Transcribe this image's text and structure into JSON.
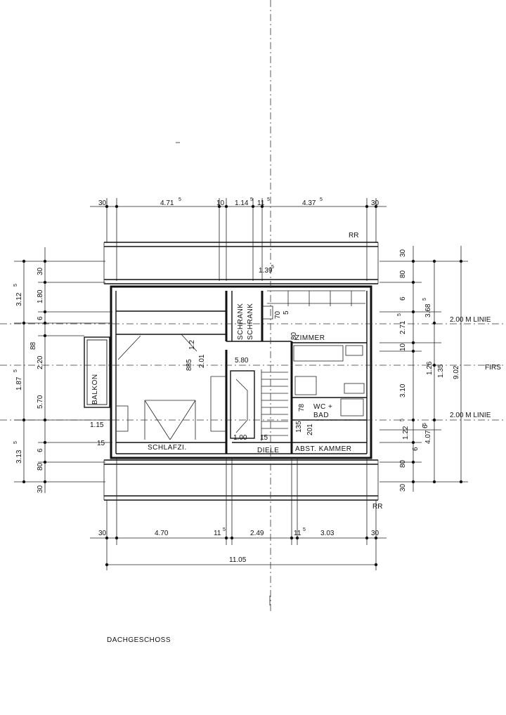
{
  "title": "DACHGESCHOSS",
  "rooms": {
    "schlafzimmer": "SCHLAFZI.",
    "diele": "DIELE",
    "abstellkammer": "ABST. KAMMER",
    "wc_bad_1": "WC +",
    "wc_bad_2": "BAD",
    "zimmer": "ZIMMER",
    "schrank_1": "SCHRANK",
    "schrank_2": "SCHRANK",
    "balkon": "BALKON"
  },
  "labels": {
    "roof_ridge_top": "RR",
    "roof_ridge_bottom": "RR",
    "linie_upper": "2.00 M LINIE",
    "linie_lower": "2.00 M LINIE",
    "first": "FIRS"
  },
  "dims_top": [
    {
      "main": "30",
      "sup": ""
    },
    {
      "main": "4.71",
      "sup": "5"
    },
    {
      "main": "10",
      "sup": ""
    },
    {
      "main": "1.14",
      "sup": "5"
    },
    {
      "main": "11",
      "sup": "5"
    },
    {
      "main": "4.37",
      "sup": "5"
    },
    {
      "main": "30",
      "sup": ""
    }
  ],
  "dims_bottom": [
    {
      "main": "30",
      "sup": ""
    },
    {
      "main": "4.70",
      "sup": ""
    },
    {
      "main": "11",
      "sup": "5"
    },
    {
      "main": "2.49",
      "sup": ""
    },
    {
      "main": "11",
      "sup": "5"
    },
    {
      "main": "3.03",
      "sup": ""
    },
    {
      "main": "30",
      "sup": ""
    }
  ],
  "dim_total_bottom": "11.05",
  "dims_left_outer": [
    {
      "main": "3.12",
      "sup": "5"
    },
    {
      "main": "1.87",
      "sup": "5"
    },
    {
      "main": "3.13",
      "sup": "5"
    }
  ],
  "dims_left_inner": [
    "30",
    "1.80",
    "6",
    "88",
    "2.20",
    "5.70",
    "6",
    "80",
    "30"
  ],
  "dims_left_extra": [
    {
      "main": "1.15",
      "sup": ""
    },
    {
      "main": "15",
      "sup": ""
    }
  ],
  "dims_right_inner": [
    {
      "main": "30",
      "sup": ""
    },
    {
      "main": "80",
      "sup": ""
    },
    {
      "main": "6",
      "sup": ""
    },
    {
      "main": "2.71",
      "sup": "5"
    },
    {
      "main": "10",
      "sup": ""
    },
    {
      "main": "1.26",
      "sup": ""
    },
    {
      "main": "3.10",
      "sup": ""
    },
    {
      "main": "1.22",
      "sup": "5"
    },
    {
      "main": "6",
      "sup": ""
    },
    {
      "main": "80",
      "sup": ""
    },
    {
      "main": "30",
      "sup": ""
    }
  ],
  "dims_right_outer": [
    {
      "main": "3.68",
      "sup": "5"
    },
    {
      "main": "1.35",
      "sup": ""
    },
    {
      "main": "9.02",
      "sup": ""
    },
    {
      "main": "4.07",
      "sup": "5"
    },
    {
      "main": "6",
      "sup": ""
    }
  ],
  "dims_interior": {
    "d139": {
      "main": "1.39",
      "sup": "5"
    },
    "d70": "70",
    "d5": "5",
    "d80": "80",
    "d885": "885",
    "d201a": "2.01",
    "d125a": {
      "main": "1.2",
      "sup": "5"
    },
    "d580": "5.80",
    "d100": "1.00",
    "d15": "15",
    "d78": "78",
    "d135": "135",
    "d201b": "201"
  }
}
